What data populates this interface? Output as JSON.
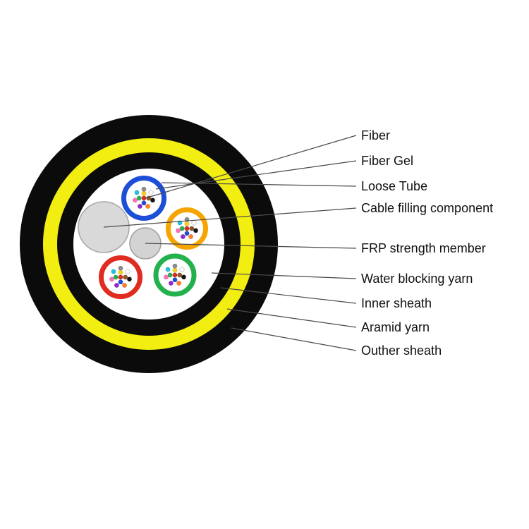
{
  "diagram": {
    "type": "fiber-optic-cable-cross-section",
    "labels": [
      {
        "id": "fiber",
        "text": "Fiber"
      },
      {
        "id": "fiber-gel",
        "text": "Fiber Gel"
      },
      {
        "id": "loose-tube",
        "text": "Loose Tube"
      },
      {
        "id": "cable-filling-component",
        "text": "Cable filling component"
      },
      {
        "id": "frp-strength-member",
        "text": "FRP strength member"
      },
      {
        "id": "water-blocking-yarn",
        "text": "Water blocking yarn"
      },
      {
        "id": "inner-sheath",
        "text": "Inner sheath"
      },
      {
        "id": "aramid-yarn",
        "text": "Aramid yarn"
      },
      {
        "id": "outher-sheath",
        "text": "Outher sheath"
      }
    ],
    "colors": {
      "outer_sheath": "#0b0b0b",
      "aramid_yarn": "#f3ee11",
      "inner_sheath": "#0b0b0b",
      "core": "#ffffff",
      "filling_component": "#d9d9d9",
      "frp": "#d3d3d3",
      "leader_line": "#4a4a4a",
      "label_text": "#111111",
      "background": "#ffffff"
    },
    "tubes": [
      {
        "name": "loose-tube-blue",
        "ring_color": "#1d4ed8"
      },
      {
        "name": "loose-tube-orange",
        "ring_color": "#f6a500"
      },
      {
        "name": "loose-tube-green",
        "ring_color": "#23b14d"
      },
      {
        "name": "loose-tube-red",
        "ring_color": "#e02b20"
      }
    ],
    "fiber_colors": [
      "#e02b20",
      "#1d4ed8",
      "#23b14d",
      "#f7d11e",
      "#8b572a",
      "#8c8c8c",
      "#ffffff",
      "#141414",
      "#ff7f27",
      "#9027d8",
      "#ff6fb5",
      "#1fc3dd"
    ]
  }
}
